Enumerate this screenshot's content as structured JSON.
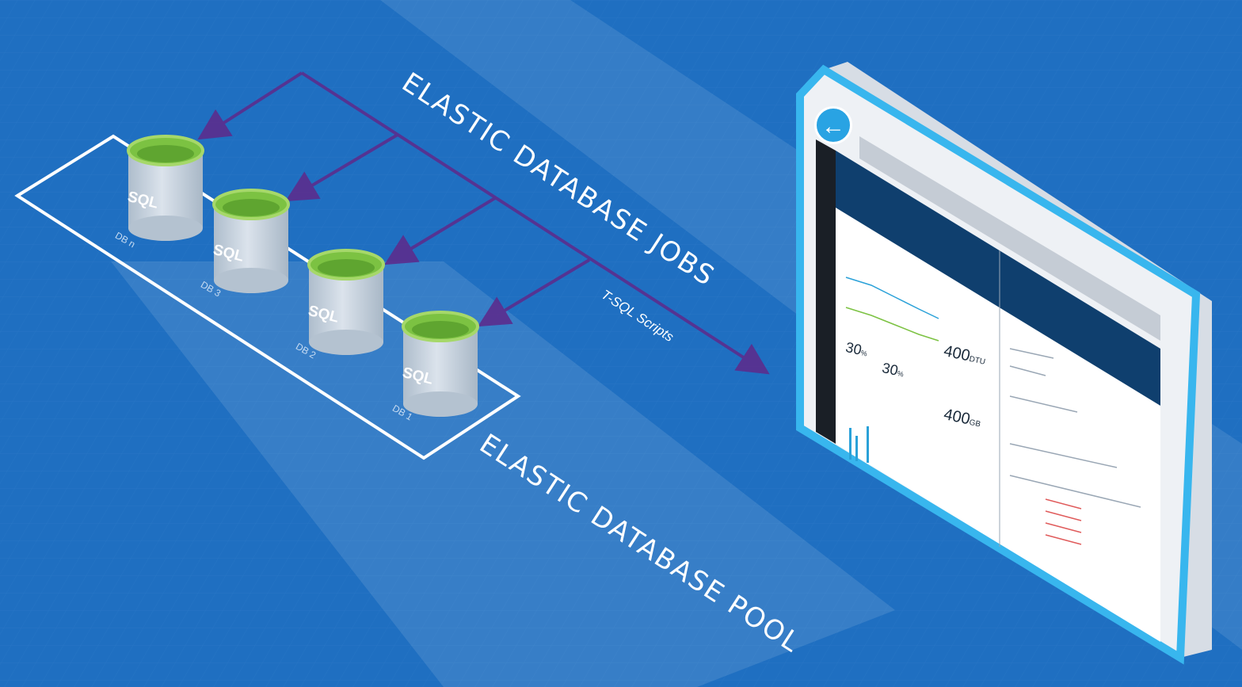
{
  "labels": {
    "jobs": "ELASTIC DATABASE JOBS",
    "pool": "ELASTIC DATABASE POOL",
    "scripts": "T-SQL Scripts"
  },
  "databases": [
    {
      "name": "DB n",
      "engine": "SQL"
    },
    {
      "name": "DB 3",
      "engine": "SQL"
    },
    {
      "name": "DB 2",
      "engine": "SQL"
    },
    {
      "name": "DB 1",
      "engine": "SQL"
    }
  ],
  "screen": {
    "back_icon": "arrow-left-icon",
    "tiles": [
      {
        "value": "30",
        "unit": "%"
      },
      {
        "value": "30",
        "unit": "%"
      },
      {
        "value": "400",
        "unit": "DTU"
      },
      {
        "value": "400",
        "unit": "GB"
      }
    ]
  },
  "colors": {
    "background": "#1f6fc1",
    "arrow": "#5b2d8e",
    "db_top": "#7cc242",
    "db_body": "#c9d3df",
    "frame": "#38b6ee",
    "portal_header": "#0f3f6e"
  }
}
